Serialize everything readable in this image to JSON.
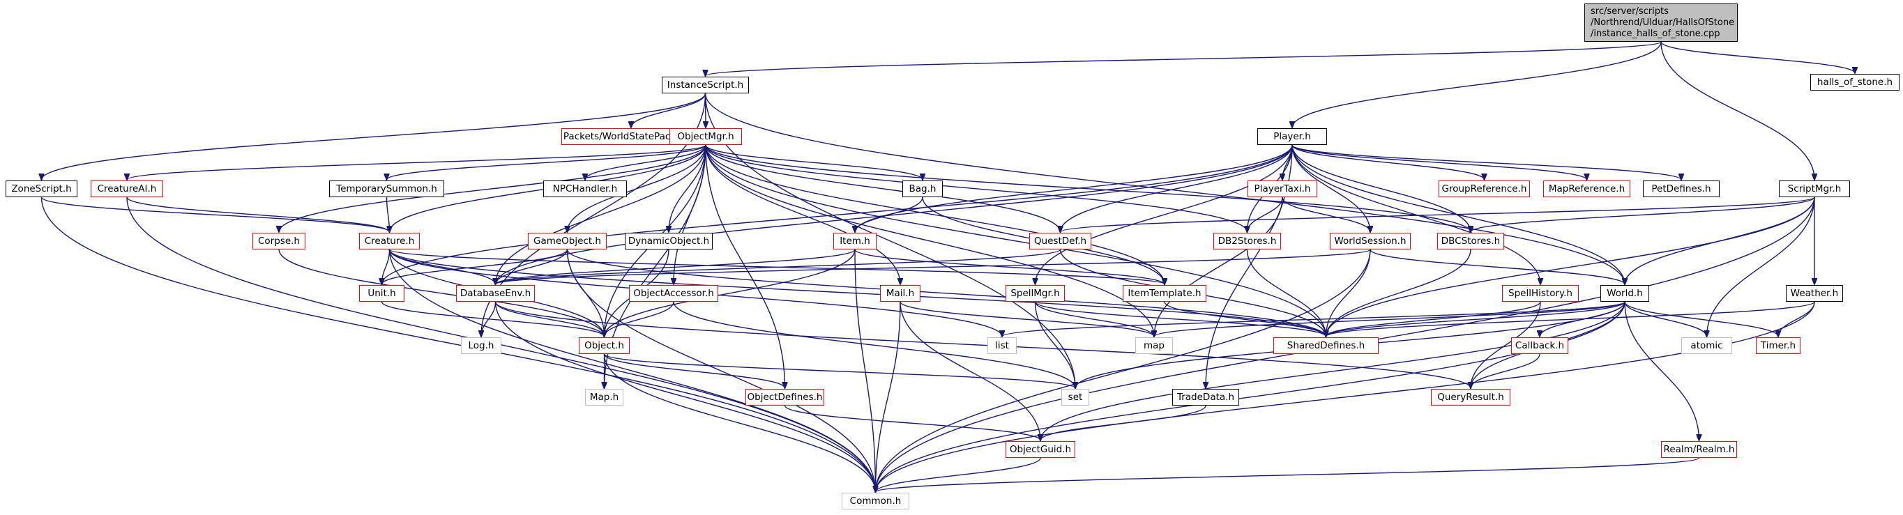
{
  "diagram": {
    "colors": {
      "edge": "#191970",
      "root_fill": "#bfbfbf",
      "documented_border": "#000000",
      "incomplete_border": "#ff0000",
      "system_border": "#bfbfbf"
    },
    "root": {
      "lines": [
        "src/server/scripts",
        "/Northrend/Ulduar/HallsOfStone",
        "/instance_halls_of_stone.cpp"
      ]
    },
    "nodes": {
      "halls_of_stone": "halls_of_stone.h",
      "instancescript": "InstanceScript.h",
      "worldstatepackets": "Packets/WorldStatePackets.h",
      "objectmgr": "ObjectMgr.h",
      "player": "Player.h",
      "scriptmgr": "ScriptMgr.h",
      "zonescript": "ZoneScript.h",
      "creatureai": "CreatureAI.h",
      "temporarysummon": "TemporarySummon.h",
      "npchandler": "NPCHandler.h",
      "bag": "Bag.h",
      "playertaxi": "PlayerTaxi.h",
      "groupreference": "GroupReference.h",
      "mapreference": "MapReference.h",
      "petdefines": "PetDefines.h",
      "corpse": "Corpse.h",
      "creature": "Creature.h",
      "gameobject": "GameObject.h",
      "dynamicobject": "DynamicObject.h",
      "item": "Item.h",
      "questdef": "QuestDef.h",
      "db2stores": "DB2Stores.h",
      "worldsession": "WorldSession.h",
      "dbcstores": "DBCStores.h",
      "weather": "Weather.h",
      "unit": "Unit.h",
      "databaseenv": "DatabaseEnv.h",
      "objectaccessor": "ObjectAccessor.h",
      "mail": "Mail.h",
      "itemtemplate": "ItemTemplate.h",
      "spellmgr": "SpellMgr.h",
      "spellhistory": "SpellHistory.h",
      "world": "World.h",
      "log": "Log.h",
      "object": "Object.h",
      "list": "list",
      "map": "map",
      "shareddefines": "SharedDefines.h",
      "atomic": "atomic",
      "timer": "Timer.h",
      "callback": "Callback.h",
      "mapdot": "Map.h",
      "set": "set",
      "objectdefines": "ObjectDefines.h",
      "tradedata": "TradeData.h",
      "queryresult": "QueryResult.h",
      "objectguid": "ObjectGuid.h",
      "realm": "Realm/Realm.h",
      "common": "Common.h"
    }
  }
}
